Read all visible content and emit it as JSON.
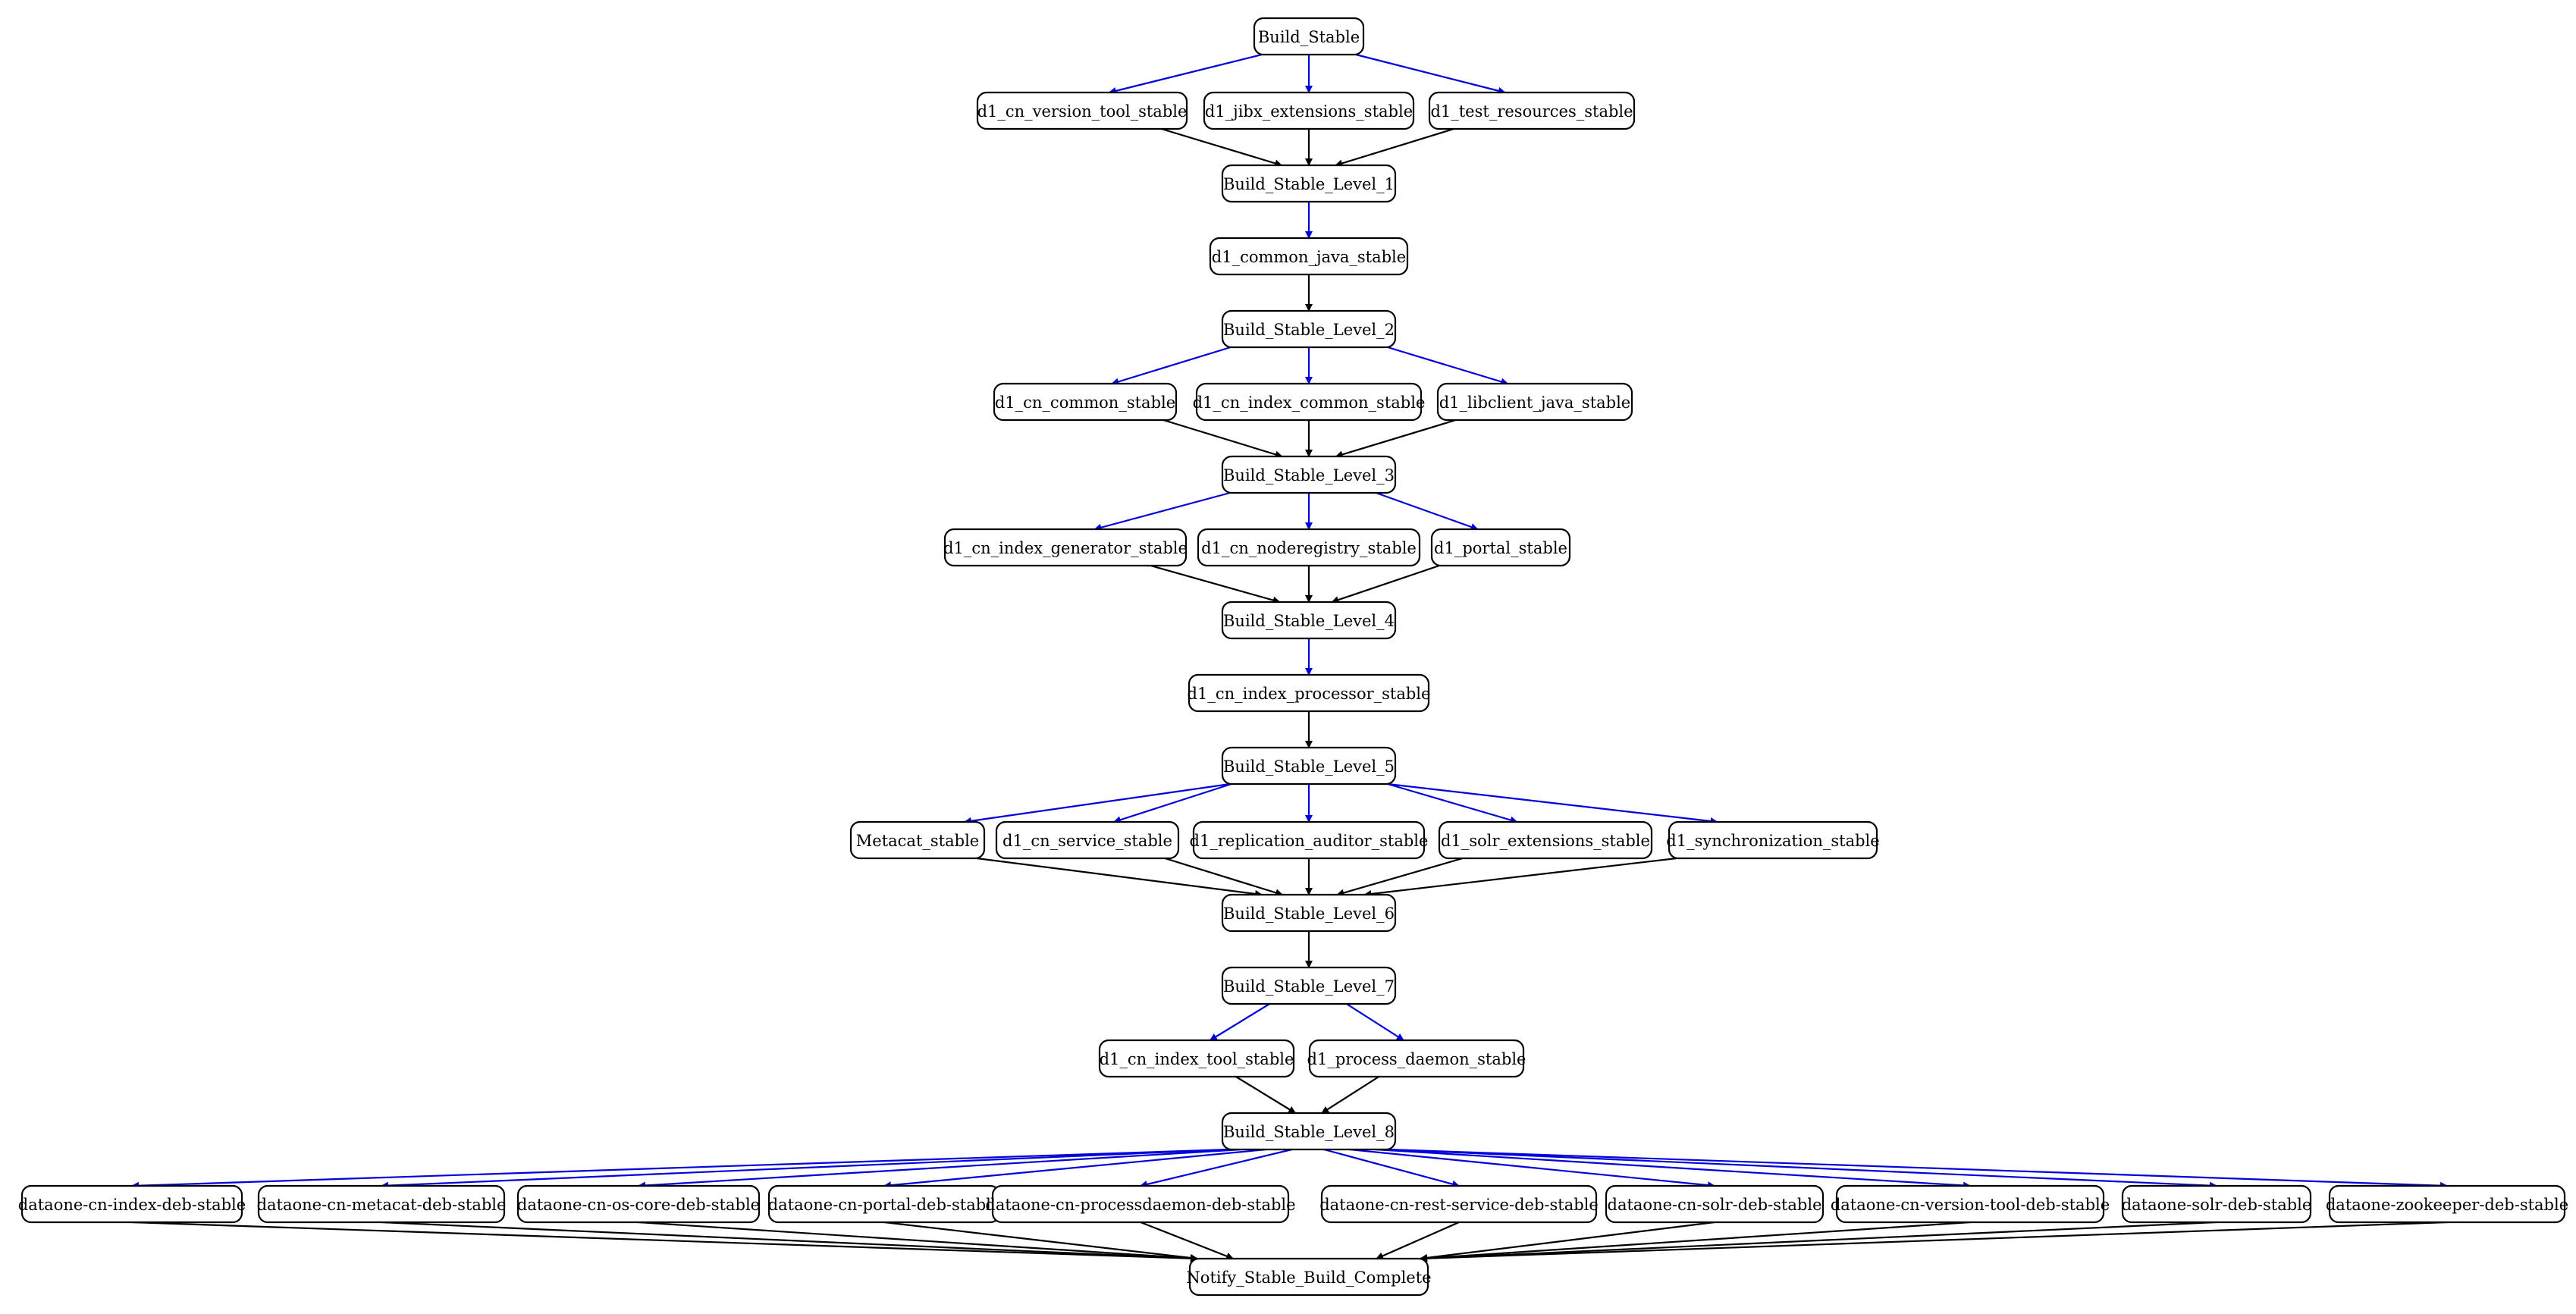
{
  "colors": {
    "blue_edge": "#0000dd",
    "black_edge": "#000000"
  },
  "nodes": {
    "build_stable": "Build_Stable",
    "version_tool": "d1_cn_version_tool_stable",
    "jibx": "d1_jibx_extensions_stable",
    "test_resources": "d1_test_resources_stable",
    "level_1": "Build_Stable_Level_1",
    "common_java": "d1_common_java_stable",
    "level_2": "Build_Stable_Level_2",
    "cn_common": "d1_cn_common_stable",
    "index_common": "d1_cn_index_common_stable",
    "libclient": "d1_libclient_java_stable",
    "level_3": "Build_Stable_Level_3",
    "index_generator": "d1_cn_index_generator_stable",
    "noderegistry": "d1_cn_noderegistry_stable",
    "portal": "d1_portal_stable",
    "level_4": "Build_Stable_Level_4",
    "index_processor": "d1_cn_index_processor_stable",
    "level_5": "Build_Stable_Level_5",
    "metacat": "Metacat_stable",
    "cn_service": "d1_cn_service_stable",
    "replication": "d1_replication_auditor_stable",
    "solr_ext": "d1_solr_extensions_stable",
    "sync": "d1_synchronization_stable",
    "level_6": "Build_Stable_Level_6",
    "level_7": "Build_Stable_Level_7",
    "index_tool": "d1_cn_index_tool_stable",
    "process_daemon": "d1_process_daemon_stable",
    "level_8": "Build_Stable_Level_8",
    "deb_index": "dataone-cn-index-deb-stable",
    "deb_metacat": "dataone-cn-metacat-deb-stable",
    "deb_oscore": "dataone-cn-os-core-deb-stable",
    "deb_portal": "dataone-cn-portal-deb-stable",
    "deb_processdaemon": "dataone-cn-processdaemon-deb-stable",
    "deb_rest": "dataone-cn-rest-service-deb-stable",
    "deb_solr": "dataone-cn-solr-deb-stable",
    "deb_versiontool": "dataone-cn-version-tool-deb-stable",
    "deb_solr_plain": "dataone-solr-deb-stable",
    "deb_zookeeper": "dataone-zookeeper-deb-stable",
    "notify": "Notify_Stable_Build_Complete"
  },
  "edges": [
    {
      "from": "build_stable",
      "to": "version_tool",
      "color": "blue"
    },
    {
      "from": "build_stable",
      "to": "jibx",
      "color": "blue"
    },
    {
      "from": "build_stable",
      "to": "test_resources",
      "color": "blue"
    },
    {
      "from": "version_tool",
      "to": "level_1",
      "color": "black"
    },
    {
      "from": "jibx",
      "to": "level_1",
      "color": "black"
    },
    {
      "from": "test_resources",
      "to": "level_1",
      "color": "black"
    },
    {
      "from": "level_1",
      "to": "common_java",
      "color": "blue"
    },
    {
      "from": "common_java",
      "to": "level_2",
      "color": "black"
    },
    {
      "from": "level_2",
      "to": "cn_common",
      "color": "blue"
    },
    {
      "from": "level_2",
      "to": "index_common",
      "color": "blue"
    },
    {
      "from": "level_2",
      "to": "libclient",
      "color": "blue"
    },
    {
      "from": "cn_common",
      "to": "level_3",
      "color": "black"
    },
    {
      "from": "index_common",
      "to": "level_3",
      "color": "black"
    },
    {
      "from": "libclient",
      "to": "level_3",
      "color": "black"
    },
    {
      "from": "level_3",
      "to": "index_generator",
      "color": "blue"
    },
    {
      "from": "level_3",
      "to": "noderegistry",
      "color": "blue"
    },
    {
      "from": "level_3",
      "to": "portal",
      "color": "blue"
    },
    {
      "from": "index_generator",
      "to": "level_4",
      "color": "black"
    },
    {
      "from": "noderegistry",
      "to": "level_4",
      "color": "black"
    },
    {
      "from": "portal",
      "to": "level_4",
      "color": "black"
    },
    {
      "from": "level_4",
      "to": "index_processor",
      "color": "blue"
    },
    {
      "from": "index_processor",
      "to": "level_5",
      "color": "black"
    },
    {
      "from": "level_5",
      "to": "metacat",
      "color": "blue"
    },
    {
      "from": "level_5",
      "to": "cn_service",
      "color": "blue"
    },
    {
      "from": "level_5",
      "to": "replication",
      "color": "blue"
    },
    {
      "from": "level_5",
      "to": "solr_ext",
      "color": "blue"
    },
    {
      "from": "level_5",
      "to": "sync",
      "color": "blue"
    },
    {
      "from": "metacat",
      "to": "level_6",
      "color": "black"
    },
    {
      "from": "cn_service",
      "to": "level_6",
      "color": "black"
    },
    {
      "from": "replication",
      "to": "level_6",
      "color": "black"
    },
    {
      "from": "solr_ext",
      "to": "level_6",
      "color": "black"
    },
    {
      "from": "sync",
      "to": "level_6",
      "color": "black"
    },
    {
      "from": "level_6",
      "to": "level_7",
      "color": "black"
    },
    {
      "from": "level_7",
      "to": "index_tool",
      "color": "blue"
    },
    {
      "from": "level_7",
      "to": "process_daemon",
      "color": "blue"
    },
    {
      "from": "index_tool",
      "to": "level_8",
      "color": "black"
    },
    {
      "from": "process_daemon",
      "to": "level_8",
      "color": "black"
    },
    {
      "from": "level_8",
      "to": "deb_index",
      "color": "blue"
    },
    {
      "from": "level_8",
      "to": "deb_metacat",
      "color": "blue"
    },
    {
      "from": "level_8",
      "to": "deb_oscore",
      "color": "blue"
    },
    {
      "from": "level_8",
      "to": "deb_portal",
      "color": "blue"
    },
    {
      "from": "level_8",
      "to": "deb_processdaemon",
      "color": "blue"
    },
    {
      "from": "level_8",
      "to": "deb_rest",
      "color": "blue"
    },
    {
      "from": "level_8",
      "to": "deb_solr",
      "color": "blue"
    },
    {
      "from": "level_8",
      "to": "deb_versiontool",
      "color": "blue"
    },
    {
      "from": "level_8",
      "to": "deb_solr_plain",
      "color": "blue"
    },
    {
      "from": "level_8",
      "to": "deb_zookeeper",
      "color": "blue"
    },
    {
      "from": "deb_index",
      "to": "notify",
      "color": "black"
    },
    {
      "from": "deb_metacat",
      "to": "notify",
      "color": "black"
    },
    {
      "from": "deb_oscore",
      "to": "notify",
      "color": "black"
    },
    {
      "from": "deb_portal",
      "to": "notify",
      "color": "black"
    },
    {
      "from": "deb_processdaemon",
      "to": "notify",
      "color": "black"
    },
    {
      "from": "deb_rest",
      "to": "notify",
      "color": "black"
    },
    {
      "from": "deb_solr",
      "to": "notify",
      "color": "black"
    },
    {
      "from": "deb_versiontool",
      "to": "notify",
      "color": "black"
    },
    {
      "from": "deb_solr_plain",
      "to": "notify",
      "color": "black"
    },
    {
      "from": "deb_zookeeper",
      "to": "notify",
      "color": "black"
    }
  ]
}
